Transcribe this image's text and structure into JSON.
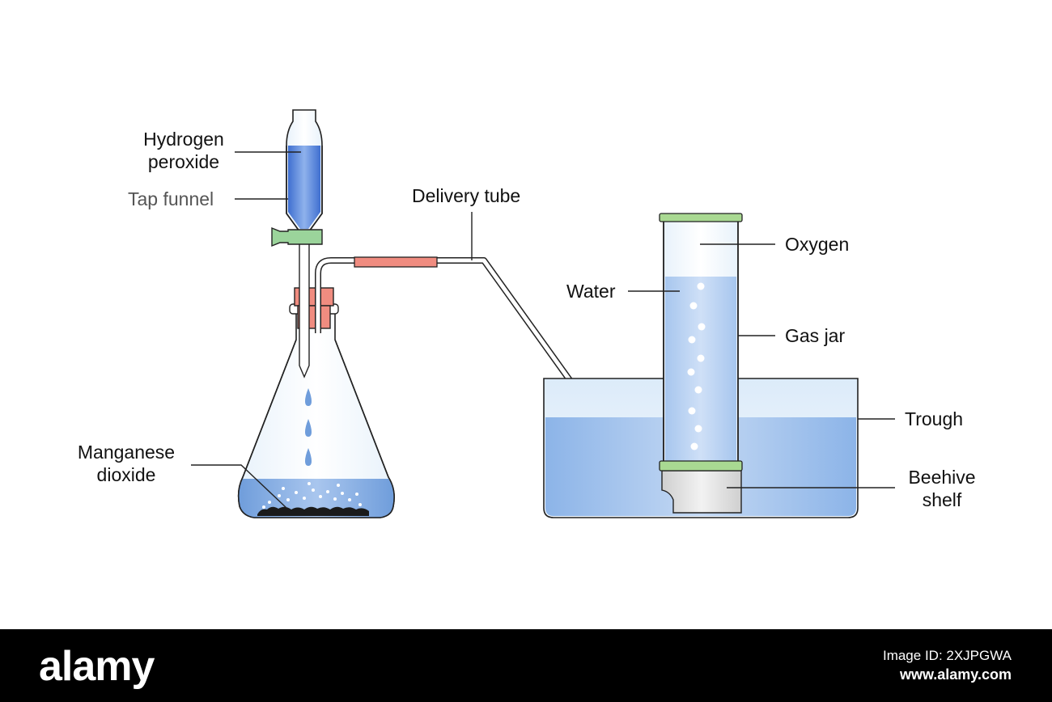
{
  "labels": {
    "hydrogen_peroxide_1": "Hydrogen",
    "hydrogen_peroxide_2": "peroxide",
    "tap_funnel": "Tap funnel",
    "delivery_tube": "Delivery tube",
    "oxygen": "Oxygen",
    "water": "Water",
    "gas_jar": "Gas jar",
    "trough": "Trough",
    "beehive_shelf_1": "Beehive",
    "beehive_shelf_2": "shelf",
    "manganese_dioxide_1": "Manganese",
    "manganese_dioxide_2": "dioxide"
  },
  "footer": {
    "brand": "alamy",
    "image_id": "Image ID: 2XJPGWA",
    "site": "www.alamy.com"
  },
  "colors": {
    "liquid_blue": "#7aa8e0",
    "funnel_blue": "#4f7fd6",
    "stopper_red": "#f08c80",
    "tap_green": "#9bd49b",
    "lid_green": "#a9d992",
    "solid_black": "#1a1a1a"
  }
}
